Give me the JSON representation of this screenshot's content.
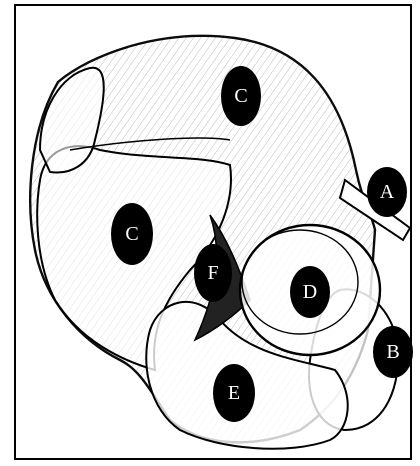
{
  "labels": {
    "c_top": "C",
    "a": "A",
    "c_left": "C",
    "f": "F",
    "d": "D",
    "b": "B",
    "e": "E"
  },
  "colors": {
    "ink": "#000000",
    "paper": "#ffffff",
    "shade": "#555555"
  }
}
